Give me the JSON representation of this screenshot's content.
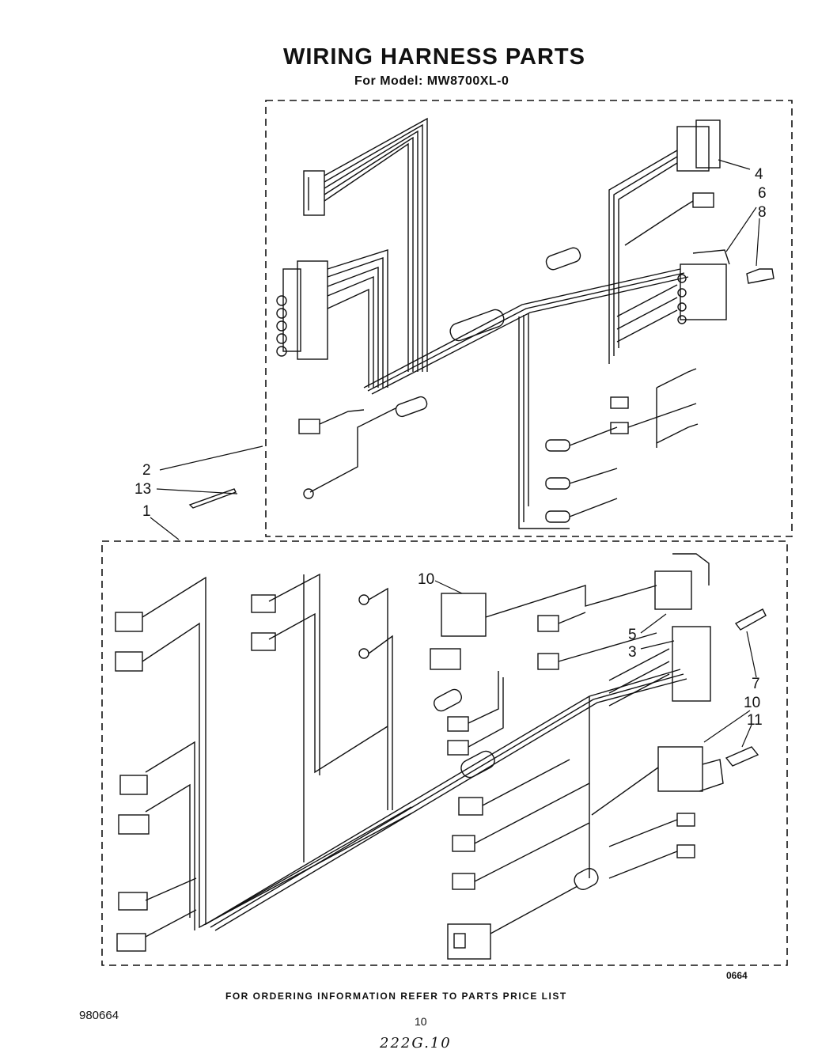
{
  "header": {
    "title": "WIRING HARNESS PARTS",
    "subtitle": "For Model: MW8700XL-0"
  },
  "callouts": {
    "c1": "1",
    "c2": "2",
    "c3": "3",
    "c4": "4",
    "c5": "5",
    "c6": "6",
    "c7": "7",
    "c8": "8",
    "c10a": "10",
    "c10b": "10",
    "c11": "11",
    "c13": "13"
  },
  "figure_code": "0664",
  "footer": {
    "ordering_note": "FOR ORDERING INFORMATION REFER TO PARTS PRICE LIST",
    "doc_number": "980664",
    "page_number": "10",
    "handwritten_note": "222G.10"
  }
}
